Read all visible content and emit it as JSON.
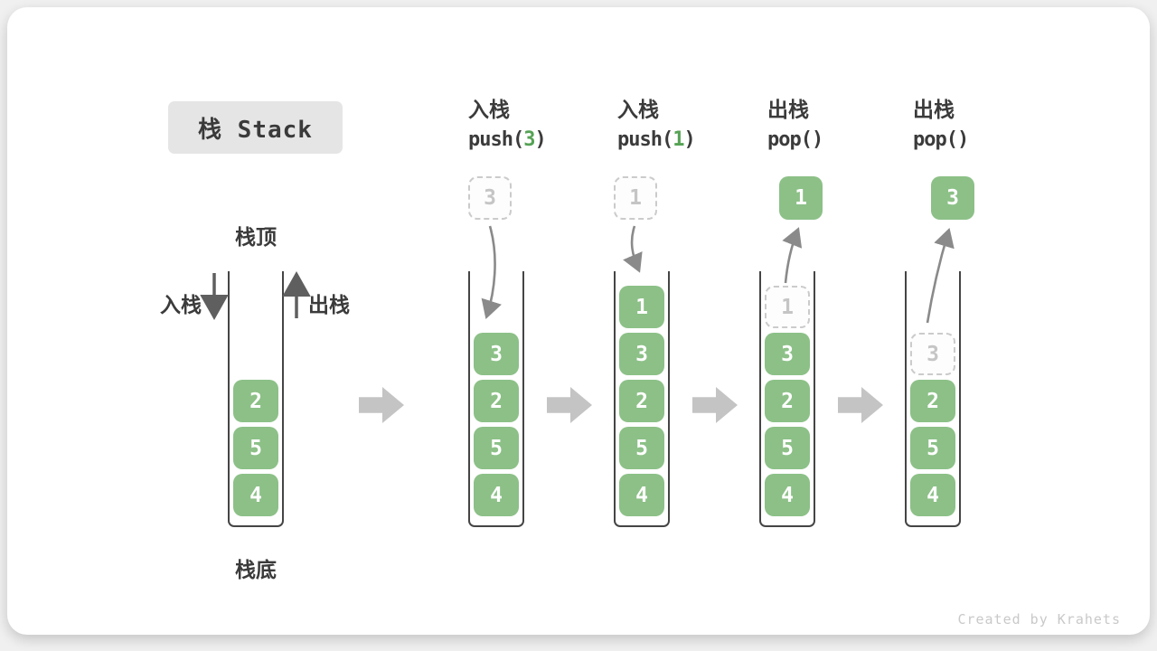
{
  "title": "栈 Stack",
  "side_labels": {
    "stack_top": "栈顶",
    "stack_bottom": "栈底",
    "push": "入栈",
    "pop": "出栈"
  },
  "watermark": "Created by Krahets",
  "colors": {
    "block_green": "#8cc087",
    "code_arg_green": "#55a254",
    "flow_arrow_gray": "#c4c4c4",
    "line_gray": "#8a8a8a",
    "dark_text": "#3b3b3b",
    "ghost_border": "#cbcbcb",
    "title_bg": "#e5e5e5"
  },
  "chart_note": "stack operation diagram: bottom-to-top contents per state",
  "columns": [
    {
      "name": "initial",
      "rows": [
        {
          "value": "2"
        },
        {
          "value": "5"
        },
        {
          "value": "4"
        }
      ]
    },
    {
      "name": "push-3",
      "header": {
        "op": "入栈",
        "code_pre": "push(",
        "code_arg": "3",
        "code_post": ")"
      },
      "floating": {
        "value": "3",
        "kind": "ghost"
      },
      "rows": [
        {
          "value": "3"
        },
        {
          "value": "2"
        },
        {
          "value": "5"
        },
        {
          "value": "4"
        }
      ]
    },
    {
      "name": "push-1",
      "header": {
        "op": "入栈",
        "code_pre": "push(",
        "code_arg": "1",
        "code_post": ")"
      },
      "floating": {
        "value": "1",
        "kind": "ghost"
      },
      "rows": [
        {
          "value": "1"
        },
        {
          "value": "3"
        },
        {
          "value": "2"
        },
        {
          "value": "5"
        },
        {
          "value": "4"
        }
      ]
    },
    {
      "name": "pop-1",
      "header": {
        "op": "出栈",
        "code_pre": "pop()",
        "code_arg": "",
        "code_post": ""
      },
      "floating": {
        "value": "1",
        "kind": "solid"
      },
      "rows": [
        {
          "value": "1",
          "ghost": true
        },
        {
          "value": "3"
        },
        {
          "value": "2"
        },
        {
          "value": "5"
        },
        {
          "value": "4"
        }
      ]
    },
    {
      "name": "pop-3",
      "header": {
        "op": "出栈",
        "code_pre": "pop()",
        "code_arg": "",
        "code_post": ""
      },
      "floating": {
        "value": "3",
        "kind": "solid"
      },
      "rows": [
        {
          "value": "3",
          "ghost": true
        },
        {
          "value": "2"
        },
        {
          "value": "5"
        },
        {
          "value": "4"
        }
      ]
    }
  ]
}
